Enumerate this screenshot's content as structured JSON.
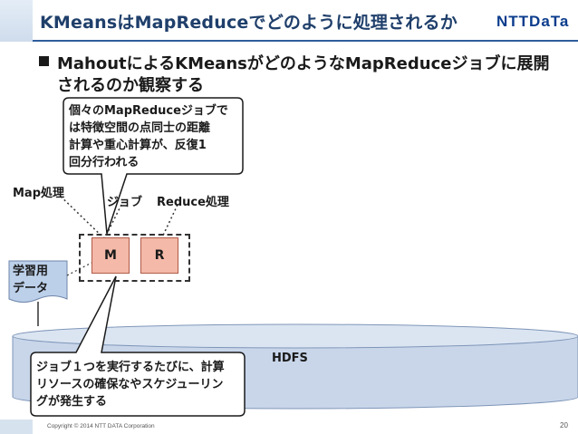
{
  "header": {
    "title": "KMeansはMapReduceでどのように処理されるか",
    "logo": "NTTDaTa"
  },
  "bullet": {
    "line1": "MahoutによるKMeansがどのようなMapReduceジョブに展開",
    "line2": "されるのか観察する"
  },
  "callout_top": {
    "lines": [
      "個々のMapReduceジョブで",
      "は特徴空間の点同士の距離",
      "計算や重心計算が、反復1",
      "回分行われる"
    ]
  },
  "labels": {
    "map": "Map処理",
    "job": "ジョブ",
    "reduce": "Reduce処理"
  },
  "tasks": {
    "m": "M",
    "r": "R"
  },
  "data_doc": {
    "lines": [
      "学習用",
      "データ"
    ]
  },
  "hdfs": {
    "label": "HDFS"
  },
  "callout_bottom": {
    "lines": [
      "ジョブ１つを実行するたびに、計算",
      "リソースの確保なやスケジューリン",
      "グが発生する"
    ]
  },
  "footer": {
    "copyright": "Copyright © 2014 NTT DATA Corporation",
    "page": "20"
  },
  "colors": {
    "title": "#1f3f6b",
    "accent": "#2f5d9c",
    "task_fill": "#f4b9a8",
    "cylinder": "#c9d6ea",
    "doc_fill": "#bcd0ea"
  }
}
